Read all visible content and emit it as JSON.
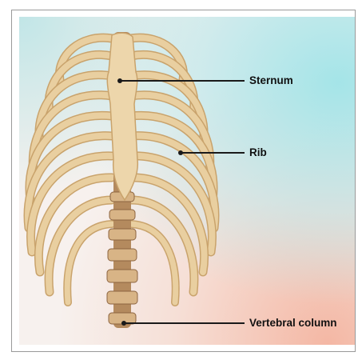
{
  "labels": {
    "sternum": "Sternum",
    "rib": "Rib",
    "vertebral_column": "Vertebral column"
  },
  "colors": {
    "bone": "#e9cfa0",
    "bone_shade": "#c9a36c",
    "cartilage": "#eac9a6",
    "spine": "#a67c52",
    "leader": "#1a1a1a"
  }
}
